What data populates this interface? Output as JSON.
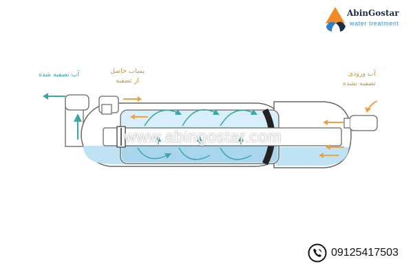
{
  "brand": {
    "name": "AbinGostar",
    "tagline": "water treatment"
  },
  "labels": {
    "treated_water_out": "آب تصفیه شده",
    "concentrate_out_line1": "پساب حاصل",
    "concentrate_out_line2": "از تصفیه",
    "raw_water_in_line1": "آب ورودی",
    "raw_water_in_line2": "تصفیه نشده"
  },
  "watermark": "www.abingostar.com",
  "contact": {
    "phone": "09125417503"
  },
  "colors": {
    "water_blue": "#bfe2f5",
    "flow_teal": "#3aa7a6",
    "flow_orange": "#f0a040",
    "outline": "#666666",
    "brand_navy": "#1b2b4a",
    "brand_blue": "#3d8fd0"
  }
}
